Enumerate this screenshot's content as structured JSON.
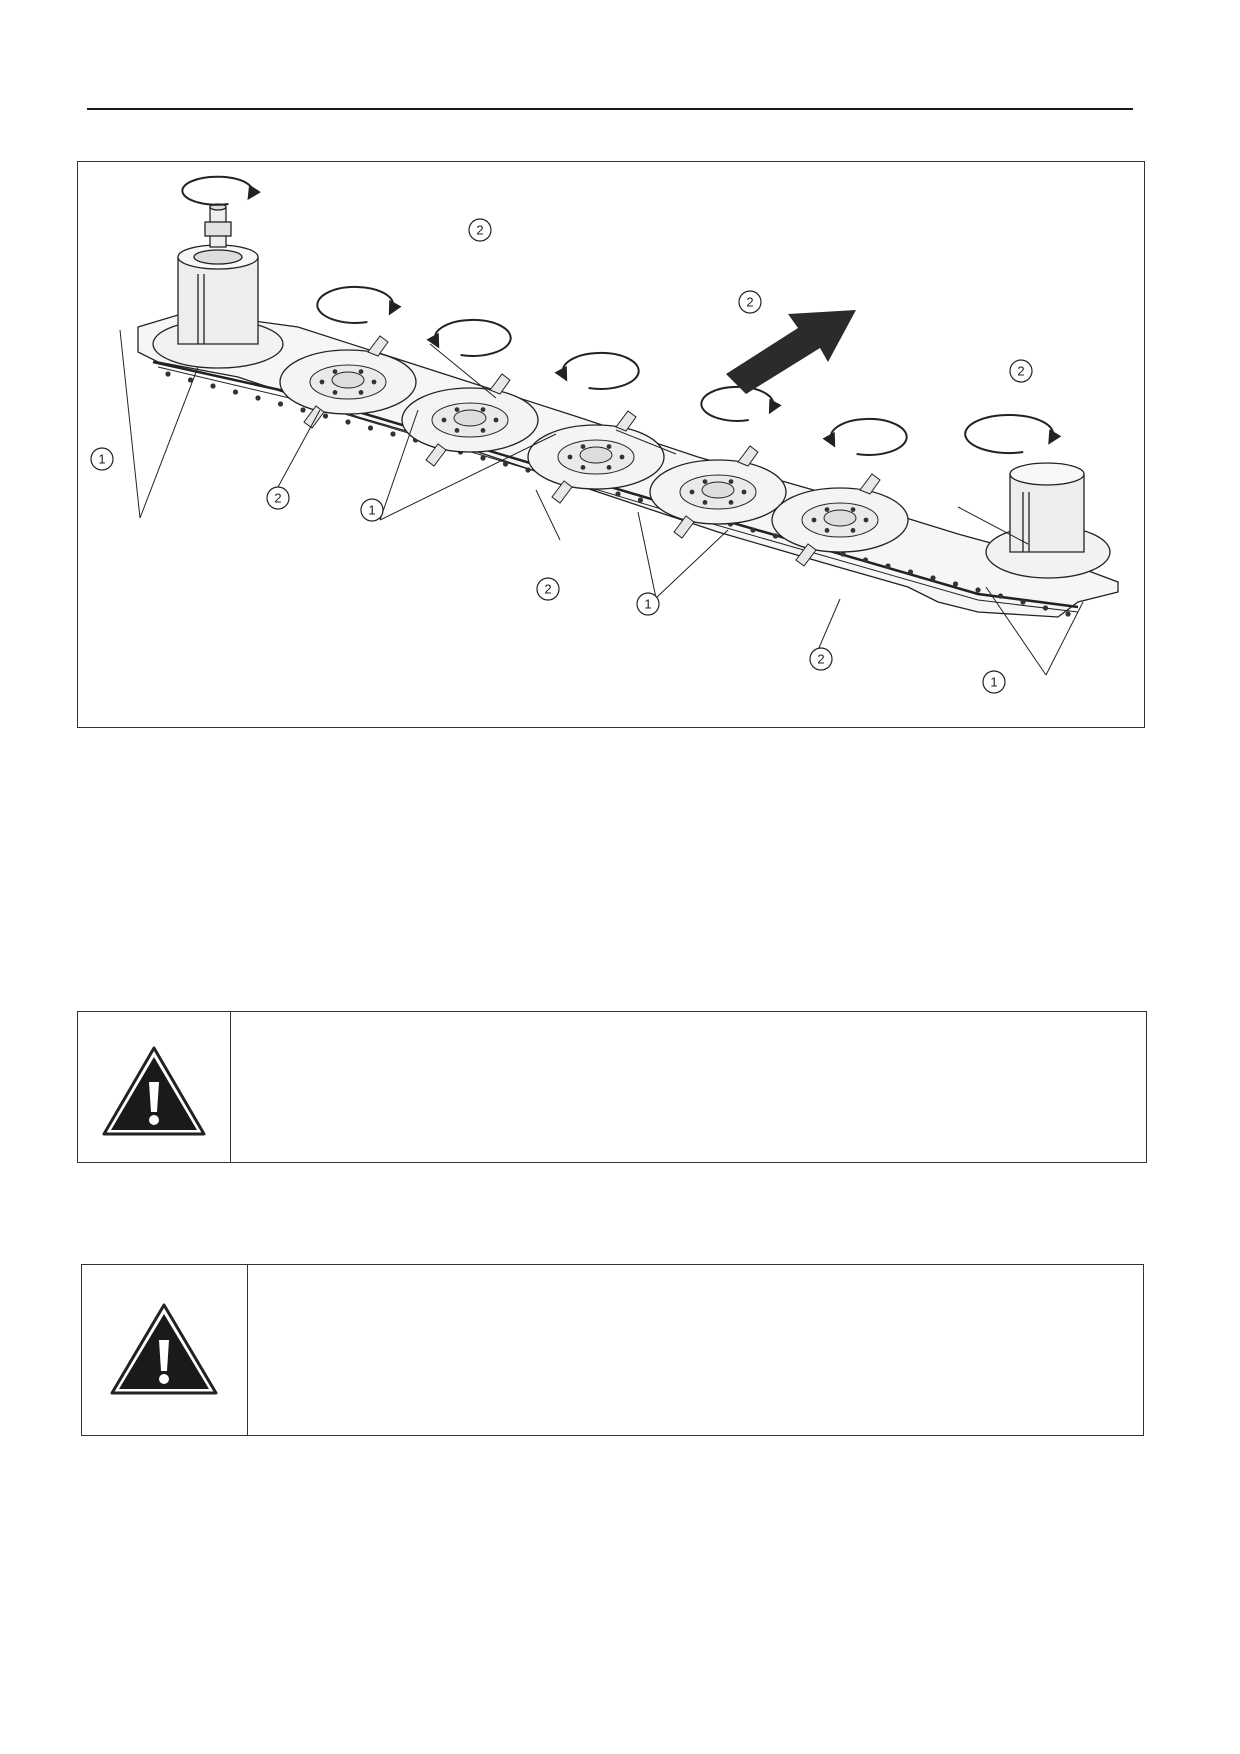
{
  "figure": {
    "callouts": [
      {
        "id": "c2a",
        "label": "2"
      },
      {
        "id": "c2b",
        "label": "2"
      },
      {
        "id": "c2c",
        "label": "2"
      },
      {
        "id": "c2d",
        "label": "2"
      },
      {
        "id": "c2e",
        "label": "2"
      },
      {
        "id": "c2f",
        "label": "2"
      },
      {
        "id": "c1a",
        "label": "1"
      },
      {
        "id": "c1b",
        "label": "1"
      },
      {
        "id": "c1c",
        "label": "1"
      },
      {
        "id": "c1d",
        "label": "1"
      }
    ]
  },
  "warnings": [
    {
      "icon": "warning-triangle-icon"
    },
    {
      "icon": "warning-triangle-icon"
    }
  ],
  "colors": {
    "line": "#1a1a1a",
    "fill_light": "#f4f4f4",
    "fill_mid": "#e6e6e6",
    "arrow": "#2b2b2b"
  }
}
